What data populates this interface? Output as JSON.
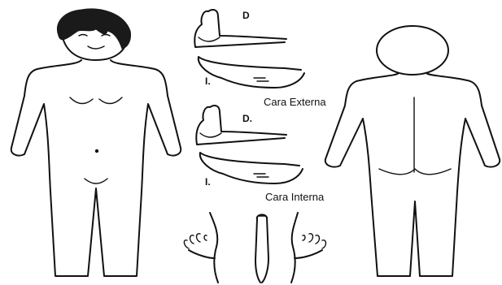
{
  "labels": {
    "foot_top_right": "D",
    "foot_top_left": "I.",
    "caption_external": "Cara Externa",
    "foot_mid_right": "D.",
    "foot_mid_left": "I.",
    "caption_internal": "Cara Interna"
  },
  "colors": {
    "line": "#111111",
    "background": "#ffffff"
  }
}
